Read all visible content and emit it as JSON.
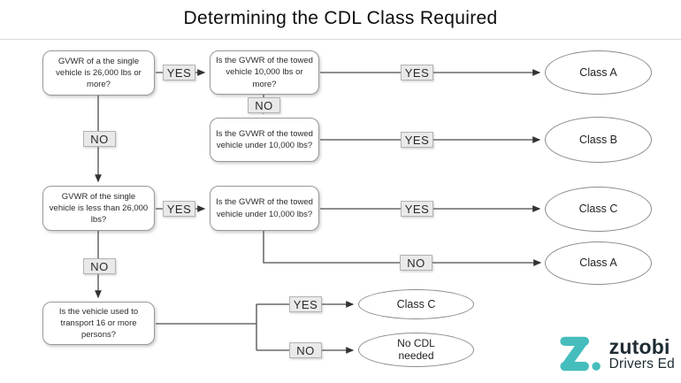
{
  "title": "Determining the CDL Class Required",
  "questions": {
    "single_26000_or_more": "GVWR of a the single vehicle is 26,000 lbs or more?",
    "towed_10000_or_more": "Is the GVWR of the towed vehicle 10,000 lbs or more?",
    "towed_under_10000_b": "Is the GVWR of the towed vehicle under 10,000 lbs?",
    "single_less_26000": "GVWR of the single vehicle is less than 26,000 lbs?",
    "towed_under_10000_c": "Is the GVWR of the towed vehicle under 10,000 lbs?",
    "transport_16_persons": "Is the vehicle used to transport 16 or more persons?"
  },
  "labels": {
    "yes": "YES",
    "no": "NO"
  },
  "outcomes": {
    "class_a": "Class A",
    "class_b": "Class B",
    "class_c": "Class C",
    "no_cdl": "No CDL needed"
  },
  "logo": {
    "brand": "zutobi",
    "tagline": "Drivers Ed"
  },
  "colors": {
    "accent_teal": "#45BDBC",
    "logo_text": "#1D2B33",
    "label_bg": "#E9E9E9",
    "label_border": "#B3B3B3",
    "box_border": "#999999",
    "ellipse_border": "#8C8C8C",
    "connector": "#444444",
    "divider": "#D9D9D9"
  }
}
